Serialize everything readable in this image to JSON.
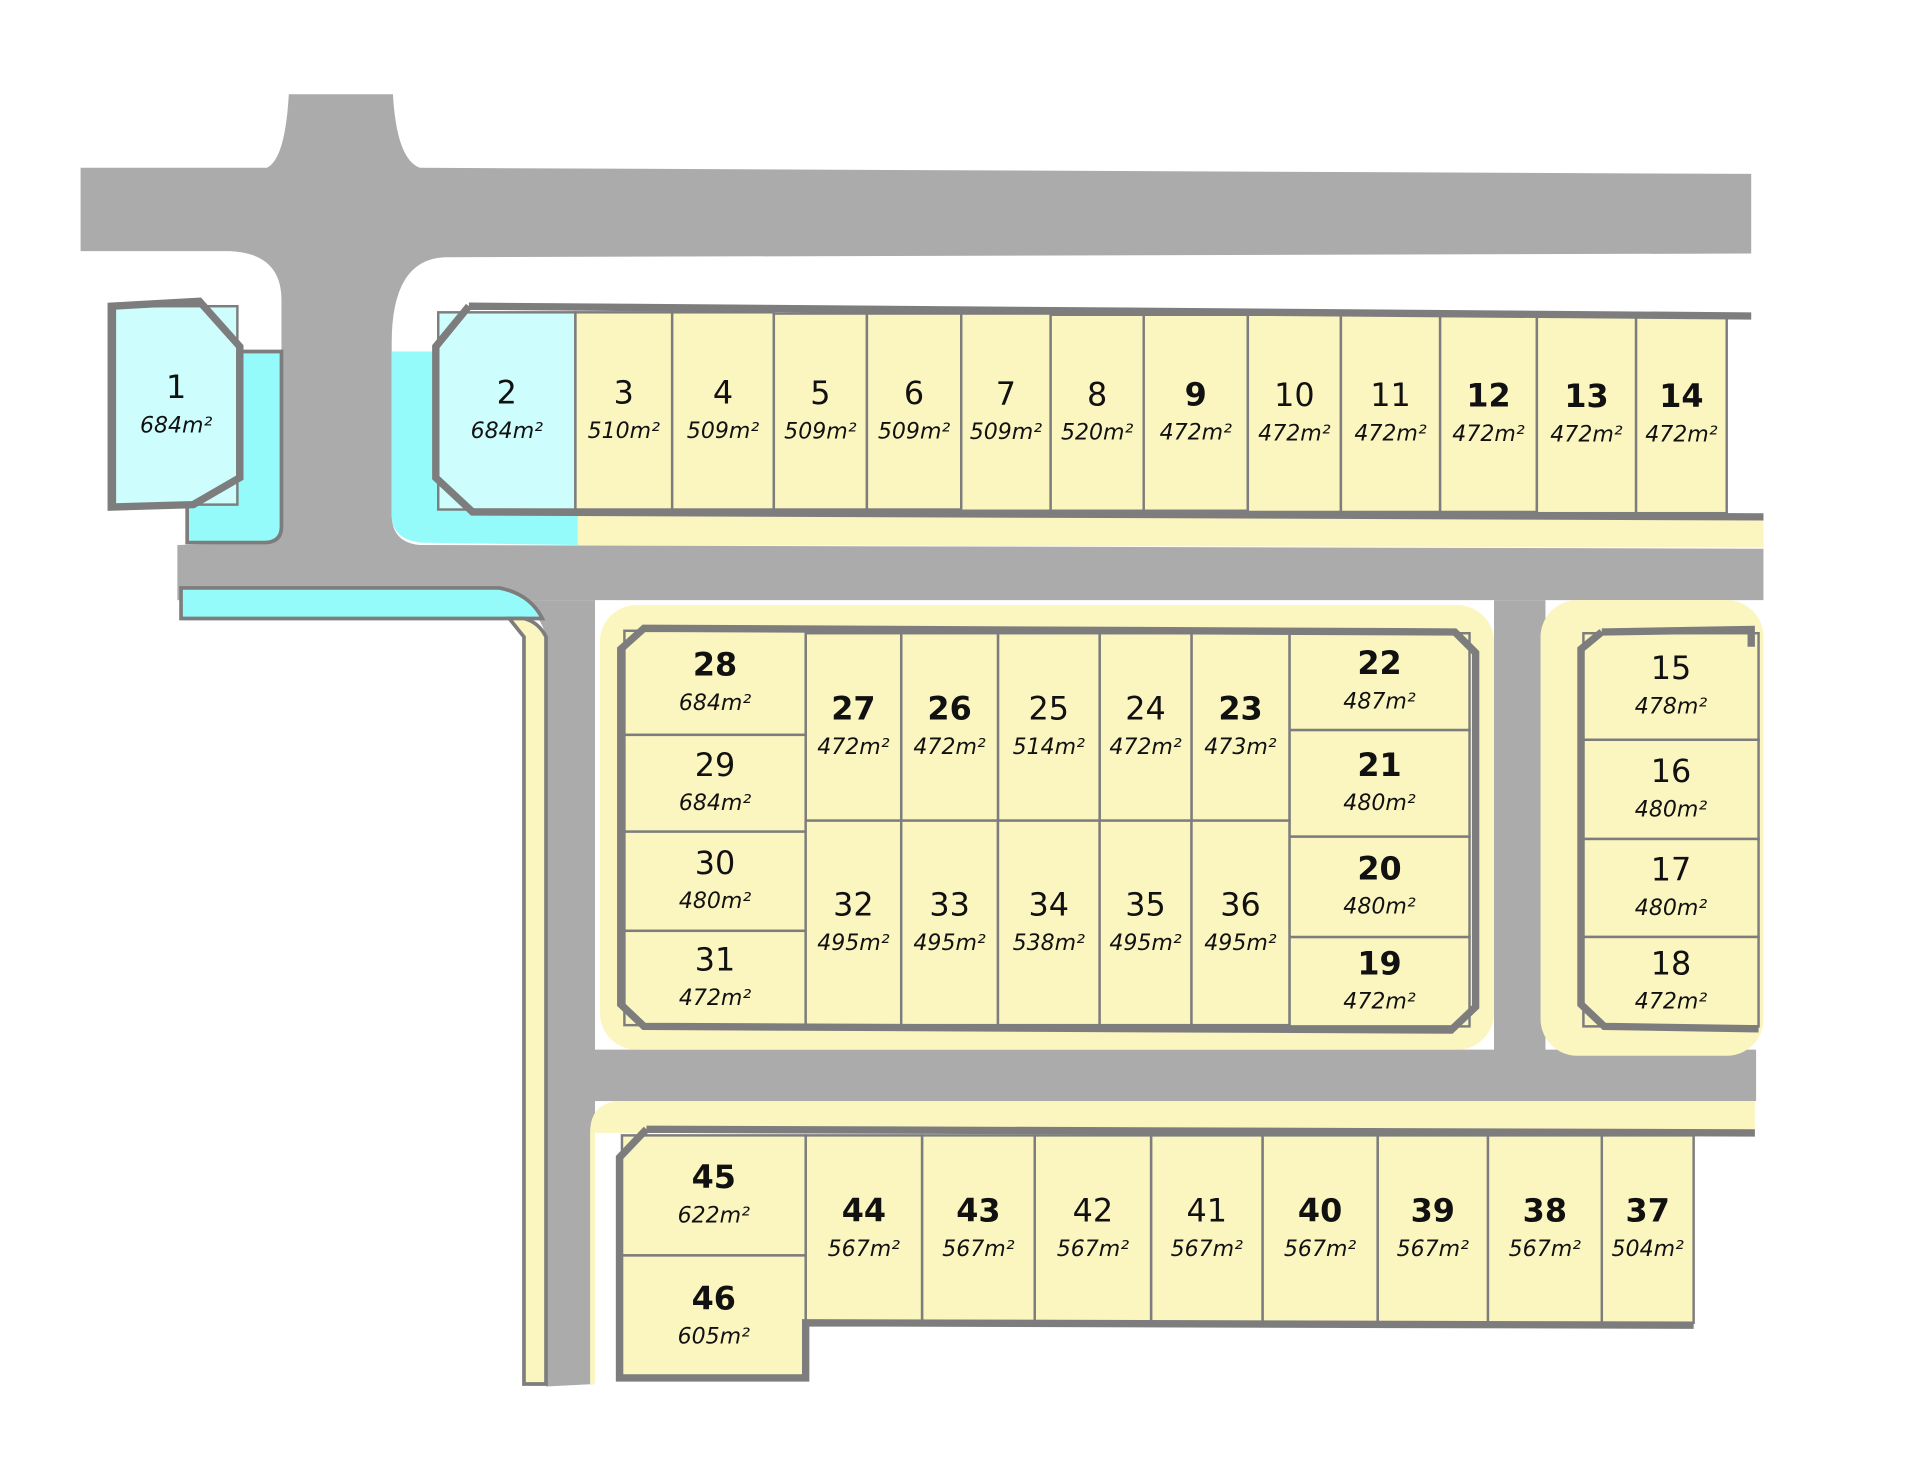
{
  "colors": {
    "road": "#ababab",
    "lot_available": "#fbf5bf",
    "lot_highlight": "#cdfdfd",
    "reserve": "#95fafa",
    "outline": "#7d7d7d"
  },
  "area_unit": "m²",
  "lots": [
    {
      "number": "1",
      "area": "684",
      "bold": false,
      "type": "highlight"
    },
    {
      "number": "2",
      "area": "684",
      "bold": false,
      "type": "highlight"
    },
    {
      "number": "3",
      "area": "510",
      "bold": false
    },
    {
      "number": "4",
      "area": "509",
      "bold": false
    },
    {
      "number": "5",
      "area": "509",
      "bold": false
    },
    {
      "number": "6",
      "area": "509",
      "bold": false
    },
    {
      "number": "7",
      "area": "509",
      "bold": false
    },
    {
      "number": "8",
      "area": "520",
      "bold": false
    },
    {
      "number": "9",
      "area": "472",
      "bold": true
    },
    {
      "number": "10",
      "area": "472",
      "bold": false
    },
    {
      "number": "11",
      "area": "472",
      "bold": false
    },
    {
      "number": "12",
      "area": "472",
      "bold": true
    },
    {
      "number": "13",
      "area": "472",
      "bold": true
    },
    {
      "number": "14",
      "area": "472",
      "bold": true
    },
    {
      "number": "15",
      "area": "478",
      "bold": false
    },
    {
      "number": "16",
      "area": "480",
      "bold": false
    },
    {
      "number": "17",
      "area": "480",
      "bold": false
    },
    {
      "number": "18",
      "area": "472",
      "bold": false
    },
    {
      "number": "19",
      "area": "472",
      "bold": true
    },
    {
      "number": "20",
      "area": "480",
      "bold": true
    },
    {
      "number": "21",
      "area": "480",
      "bold": true
    },
    {
      "number": "22",
      "area": "487",
      "bold": true
    },
    {
      "number": "23",
      "area": "473",
      "bold": true
    },
    {
      "number": "24",
      "area": "472",
      "bold": false
    },
    {
      "number": "25",
      "area": "514",
      "bold": false
    },
    {
      "number": "26",
      "area": "472",
      "bold": true
    },
    {
      "number": "27",
      "area": "472",
      "bold": true
    },
    {
      "number": "28",
      "area": "684",
      "bold": true
    },
    {
      "number": "29",
      "area": "684",
      "bold": false
    },
    {
      "number": "30",
      "area": "480",
      "bold": false
    },
    {
      "number": "31",
      "area": "472",
      "bold": false
    },
    {
      "number": "32",
      "area": "495",
      "bold": false
    },
    {
      "number": "33",
      "area": "495",
      "bold": false
    },
    {
      "number": "34",
      "area": "538",
      "bold": false
    },
    {
      "number": "35",
      "area": "495",
      "bold": false
    },
    {
      "number": "36",
      "area": "495",
      "bold": false
    },
    {
      "number": "37",
      "area": "504",
      "bold": true
    },
    {
      "number": "38",
      "area": "567",
      "bold": true
    },
    {
      "number": "39",
      "area": "567",
      "bold": true
    },
    {
      "number": "40",
      "area": "567",
      "bold": true
    },
    {
      "number": "41",
      "area": "567",
      "bold": false
    },
    {
      "number": "42",
      "area": "567",
      "bold": false
    },
    {
      "number": "43",
      "area": "567",
      "bold": true
    },
    {
      "number": "44",
      "area": "567",
      "bold": true
    },
    {
      "number": "45",
      "area": "622",
      "bold": true
    },
    {
      "number": "46",
      "area": "605",
      "bold": true
    }
  ]
}
